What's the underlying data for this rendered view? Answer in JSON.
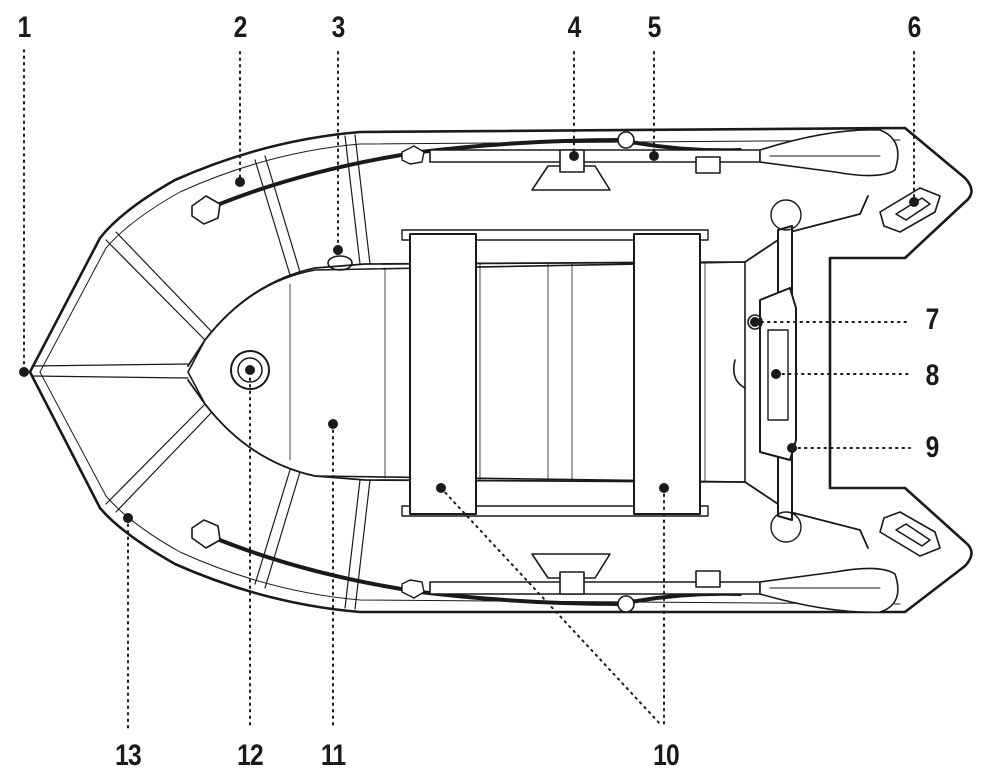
{
  "callouts": [
    "1",
    "2",
    "3",
    "4",
    "5",
    "6",
    "7",
    "8",
    "9",
    "10",
    "11",
    "12",
    "13"
  ],
  "colors": {
    "stroke": "#1a1a1a",
    "fill": "#ffffff"
  }
}
